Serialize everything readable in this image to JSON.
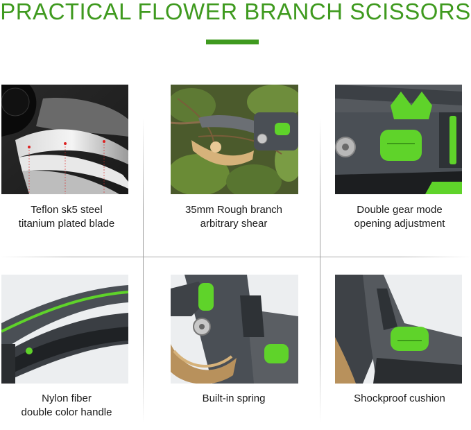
{
  "header": {
    "title": "PRACTICAL FLOWER BRANCH SCISSORS"
  },
  "colors": {
    "brand_green": "#3f9a1f",
    "accent_lime": "#5fd32a",
    "body_gray": "#4a4f55"
  },
  "features": [
    {
      "line1": "Teflon sk5 steel",
      "line2": "titanium plated blade"
    },
    {
      "line1": "35mm Rough branch",
      "line2": "arbitrary shear"
    },
    {
      "line1": "Double gear mode",
      "line2": "opening adjustment"
    },
    {
      "line1": "Nylon fiber",
      "line2": "double color handle"
    },
    {
      "line1": "Built-in spring",
      "line2": ""
    },
    {
      "line1": "Shockproof cushion",
      "line2": ""
    }
  ]
}
